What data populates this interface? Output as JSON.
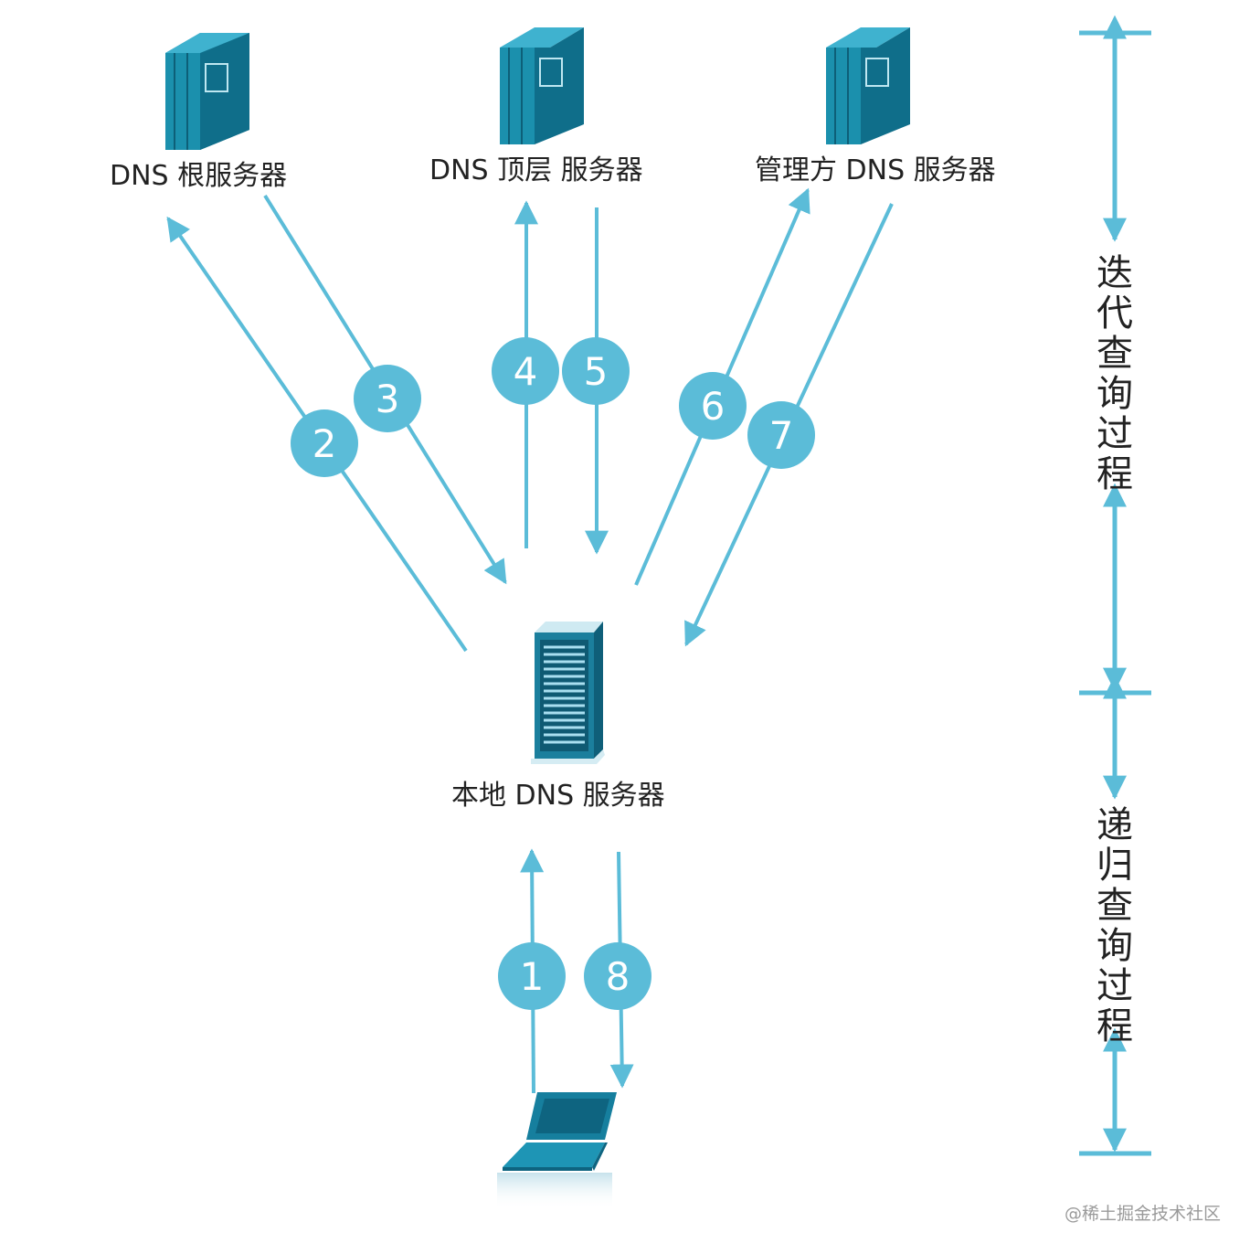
{
  "diagram": {
    "colors": {
      "arrow": "#5bbcd8",
      "badge": "#5bbcd8",
      "server_dark": "#0f6e8a",
      "server_mid": "#1b90ad",
      "server_light": "#3fb2cf"
    },
    "servers": {
      "root": {
        "label": "DNS  根服务器",
        "icon": "tower-server-icon"
      },
      "tld": {
        "label": "DNS  顶层  服务器",
        "icon": "tower-server-icon"
      },
      "authoritative": {
        "label": "管理方  DNS  服务器",
        "icon": "tower-server-icon"
      },
      "local": {
        "label": "本地  DNS  服务器",
        "icon": "rack-server-icon"
      }
    },
    "client": {
      "icon": "laptop-icon"
    },
    "steps": [
      "1",
      "2",
      "3",
      "4",
      "5",
      "6",
      "7",
      "8"
    ],
    "phases": {
      "iterative": [
        "迭",
        "代",
        "查",
        "询",
        "过",
        "程"
      ],
      "recursive": [
        "递",
        "归",
        "查",
        "询",
        "过",
        "程"
      ]
    },
    "watermark": "@稀土掘金技术社区"
  }
}
